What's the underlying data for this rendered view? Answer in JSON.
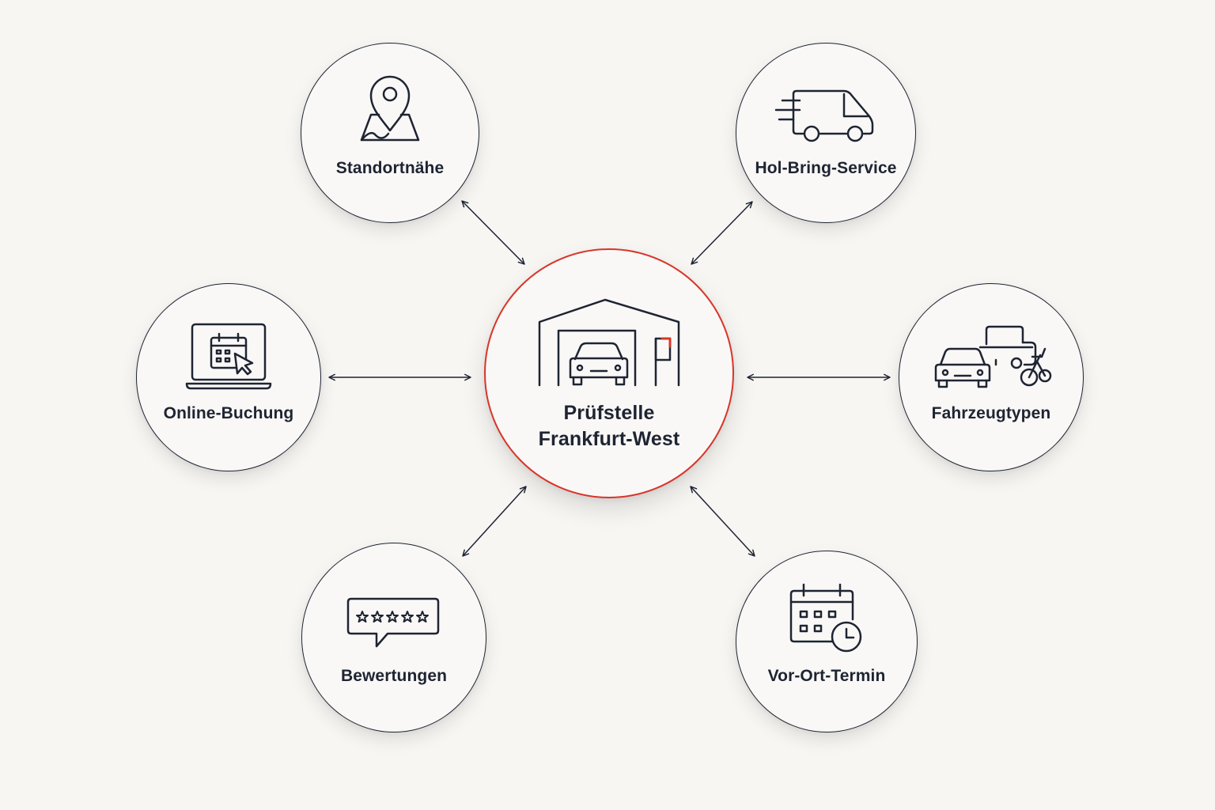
{
  "hub": {
    "label_line1": "Prüfstelle",
    "label_line2": "Frankfurt-West",
    "icon": "garage-car-icon"
  },
  "nodes": [
    {
      "id": "standortnaehe",
      "label": "Standortnähe",
      "icon": "location-map-icon"
    },
    {
      "id": "hol-bring-service",
      "label": "Hol-Bring-Service",
      "icon": "delivery-van-icon"
    },
    {
      "id": "online-buchung",
      "label": "Online-Buchung",
      "icon": "laptop-calendar-icon"
    },
    {
      "id": "fahrzeugtypen",
      "label": "Fahrzeugtypen",
      "icon": "vehicle-types-icon"
    },
    {
      "id": "bewertungen",
      "label": "Bewertungen",
      "icon": "rating-stars-icon"
    },
    {
      "id": "vor-ort-termin",
      "label": "Vor-Ort-Termin",
      "icon": "calendar-clock-icon"
    }
  ],
  "colors": {
    "background": "#f7f6f3",
    "ink": "#1e2432",
    "hub_accent": "#d8352a"
  }
}
